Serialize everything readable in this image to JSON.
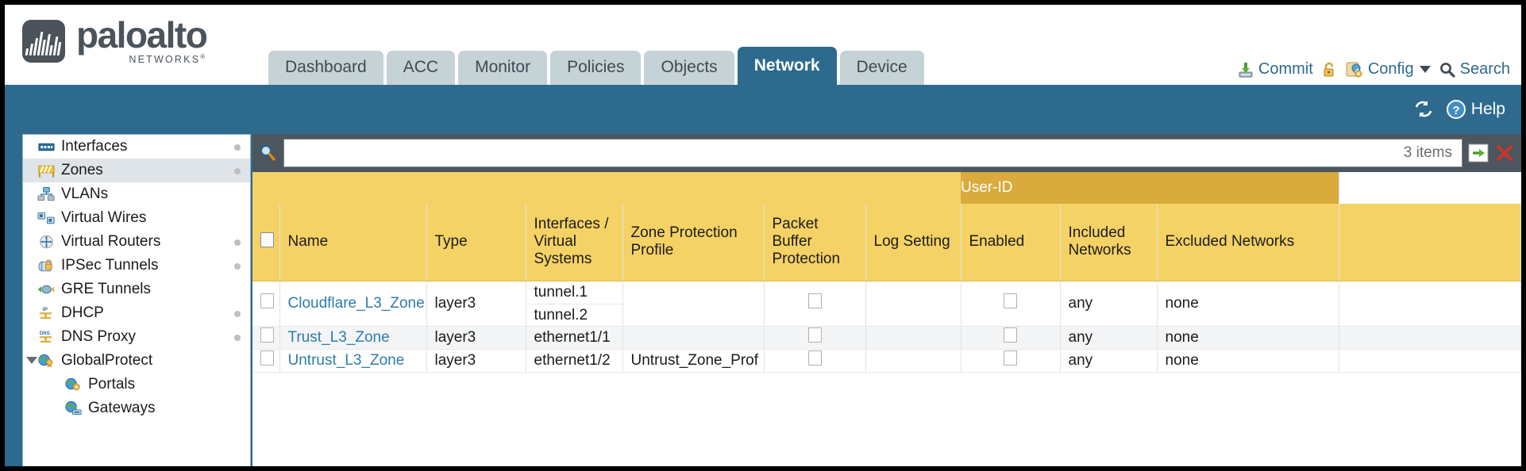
{
  "brand": {
    "name": "paloalto",
    "tagline": "NETWORKS",
    "registered": "®"
  },
  "tabs": [
    {
      "label": "Dashboard",
      "active": false
    },
    {
      "label": "ACC",
      "active": false
    },
    {
      "label": "Monitor",
      "active": false
    },
    {
      "label": "Policies",
      "active": false
    },
    {
      "label": "Objects",
      "active": false
    },
    {
      "label": "Network",
      "active": true
    },
    {
      "label": "Device",
      "active": false
    }
  ],
  "top_actions": {
    "commit": "Commit",
    "commit_icon": "commit-download-icon",
    "lock_icon": "padlock-icon",
    "config": "Config",
    "config_icon": "config-wrench-icon",
    "config_caret": "chevron-down-icon",
    "search": "Search",
    "search_icon": "search-icon"
  },
  "blueband": {
    "refresh_icon": "refresh-icon",
    "help": "Help",
    "help_icon": "help-question-icon"
  },
  "sidebar": {
    "items": [
      {
        "label": "Interfaces",
        "icon": "interfaces-icon",
        "dot": true,
        "selected": false,
        "child": false,
        "expander": false
      },
      {
        "label": "Zones",
        "icon": "zones-icon",
        "dot": true,
        "selected": true,
        "child": false,
        "expander": false
      },
      {
        "label": "VLANs",
        "icon": "vlans-icon",
        "dot": false,
        "selected": false,
        "child": false,
        "expander": false
      },
      {
        "label": "Virtual Wires",
        "icon": "virtual-wires-icon",
        "dot": false,
        "selected": false,
        "child": false,
        "expander": false
      },
      {
        "label": "Virtual Routers",
        "icon": "virtual-routers-icon",
        "dot": true,
        "selected": false,
        "child": false,
        "expander": false
      },
      {
        "label": "IPSec Tunnels",
        "icon": "ipsec-tunnels-icon",
        "dot": true,
        "selected": false,
        "child": false,
        "expander": false
      },
      {
        "label": "GRE Tunnels",
        "icon": "gre-tunnels-icon",
        "dot": false,
        "selected": false,
        "child": false,
        "expander": false
      },
      {
        "label": "DHCP",
        "icon": "dhcp-icon",
        "dot": true,
        "selected": false,
        "child": false,
        "expander": false
      },
      {
        "label": "DNS Proxy",
        "icon": "dns-proxy-icon",
        "dot": true,
        "selected": false,
        "child": false,
        "expander": false
      },
      {
        "label": "GlobalProtect",
        "icon": "globalprotect-icon",
        "dot": false,
        "selected": false,
        "child": false,
        "expander": true
      },
      {
        "label": "Portals",
        "icon": "portals-icon",
        "dot": false,
        "selected": false,
        "child": true,
        "expander": false
      },
      {
        "label": "Gateways",
        "icon": "gateways-icon",
        "dot": false,
        "selected": false,
        "child": true,
        "expander": false
      }
    ]
  },
  "toolbar": {
    "search_icon": "search-magnifier-icon",
    "search_value": "",
    "search_placeholder": "",
    "item_count": "3 items",
    "apply_icon": "apply-arrow-icon",
    "clear_icon": "clear-x-icon"
  },
  "table": {
    "group_header": {
      "label": "User-ID",
      "span": 3
    },
    "select_all_checkbox": false,
    "columns": [
      "Name",
      "Type",
      "Interfaces / Virtual Systems",
      "Zone Protection Profile",
      "Packet Buffer Protection",
      "Log Setting",
      "Enabled",
      "Included Networks",
      "Excluded Networks"
    ],
    "rows": [
      {
        "selected": false,
        "name": "Cloudflare_L3_Zone",
        "type": "layer3",
        "interfaces": [
          "tunnel.1",
          "tunnel.2"
        ],
        "zone_protection_profile": "",
        "packet_buffer_protection": false,
        "log_setting": "",
        "userid_enabled": false,
        "included_networks": "any",
        "excluded_networks": "none"
      },
      {
        "selected": false,
        "name": "Trust_L3_Zone",
        "type": "layer3",
        "interfaces": [
          "ethernet1/1"
        ],
        "zone_protection_profile": "",
        "packet_buffer_protection": false,
        "log_setting": "",
        "userid_enabled": false,
        "included_networks": "any",
        "excluded_networks": "none"
      },
      {
        "selected": false,
        "name": "Untrust_L3_Zone",
        "type": "layer3",
        "interfaces": [
          "ethernet1/2"
        ],
        "zone_protection_profile": "Untrust_Zone_Prof",
        "packet_buffer_protection": false,
        "log_setting": "",
        "userid_enabled": false,
        "included_networks": "any",
        "excluded_networks": "none"
      }
    ]
  },
  "colors": {
    "brand_slate": "#4b535b",
    "nav_blue": "#2e6a8e",
    "tab_inactive": "#c5d2d6",
    "header_gold": "#f5d265",
    "userid_gold": "#d9aa3c",
    "link_blue": "#2e7ca8",
    "panel_gray": "#4b565e",
    "row_alt": "#f3f5f7",
    "sidebar_selected": "#dfe4e8"
  }
}
